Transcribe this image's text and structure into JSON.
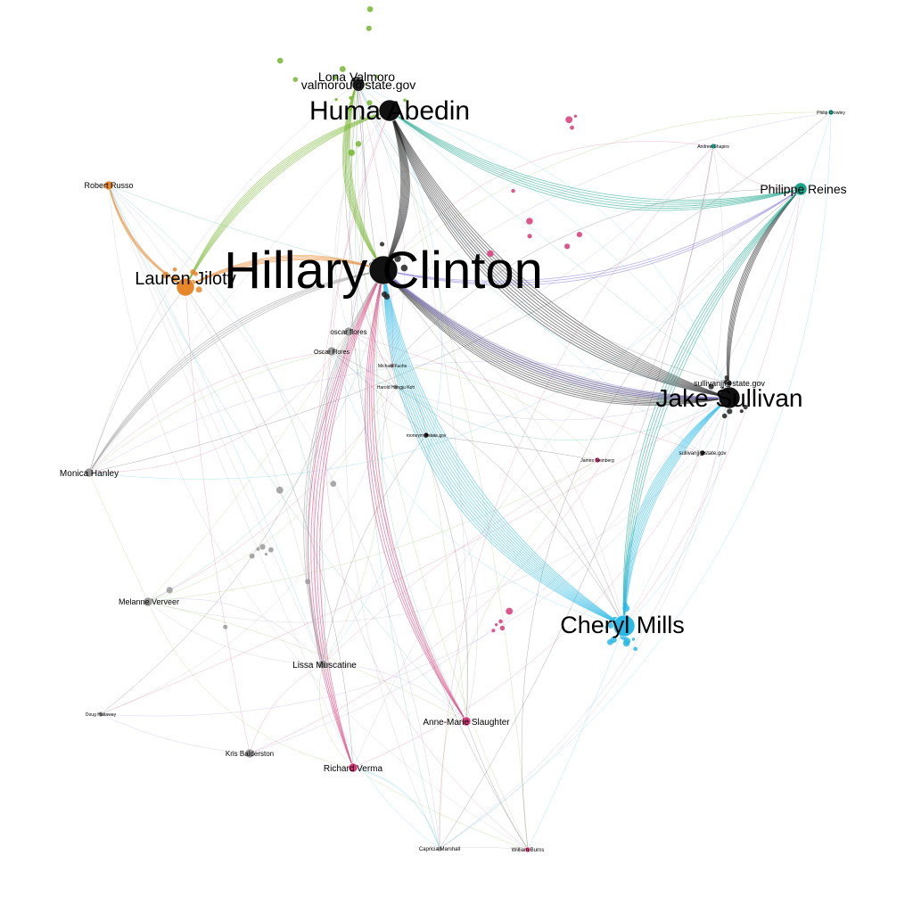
{
  "graph": {
    "groups": [
      {
        "id": "green",
        "color": "#74b72e"
      },
      {
        "id": "orange",
        "color": "#e8862a"
      },
      {
        "id": "teal",
        "color": "#1aa58a"
      },
      {
        "id": "cyan",
        "color": "#29b9e6"
      },
      {
        "id": "pink",
        "color": "#d83a78"
      },
      {
        "id": "purple",
        "color": "#8b7fd6"
      },
      {
        "id": "dark",
        "color": "#222222"
      },
      {
        "id": "gray",
        "color": "#9a9a9a"
      }
    ],
    "nodes": [
      {
        "id": "hc",
        "label": "Hillary Clinton",
        "group": "dark",
        "weight": 5
      },
      {
        "id": "ha",
        "label": "Huma Abedin",
        "group": "dark",
        "weight": 4
      },
      {
        "id": "lv",
        "label": "Lona Valmoro",
        "group": "dark",
        "weight": 2
      },
      {
        "id": "vs",
        "label": "valmorou@state.gov",
        "group": "dark",
        "weight": 2
      },
      {
        "id": "lj",
        "label": "Lauren Jiloty",
        "group": "orange",
        "weight": 3
      },
      {
        "id": "rr",
        "label": "Robert Russo",
        "group": "orange",
        "weight": 1
      },
      {
        "id": "pr",
        "label": "Philippe Reines",
        "group": "teal",
        "weight": 2
      },
      {
        "id": "js",
        "label": "Jake Sullivan",
        "group": "dark",
        "weight": 4
      },
      {
        "id": "cm",
        "label": "Cheryl Mills",
        "group": "cyan",
        "weight": 4
      },
      {
        "id": "mh",
        "label": "Monica Hanley",
        "group": "gray",
        "weight": 1
      },
      {
        "id": "mv",
        "label": "Melanne Verveer",
        "group": "gray",
        "weight": 1
      },
      {
        "id": "lm",
        "label": "Lissa Muscatine",
        "group": "gray",
        "weight": 1
      },
      {
        "id": "ams",
        "label": "Anne-Marie Slaughter",
        "group": "pink",
        "weight": 1
      },
      {
        "id": "rv",
        "label": "Richard Verma",
        "group": "pink",
        "weight": 1
      },
      {
        "id": "ke",
        "label": "Kris Balderston",
        "group": "gray",
        "weight": 1
      },
      {
        "id": "of",
        "label": "oscar flores",
        "group": "gray",
        "weight": 1
      },
      {
        "id": "osf",
        "label": "Oscar Flores",
        "group": "gray",
        "weight": 1
      },
      {
        "id": "mf",
        "label": "Michael Fuchs",
        "group": "gray",
        "weight": 0
      },
      {
        "id": "hk",
        "label": "Harold Hongju Koh",
        "group": "gray",
        "weight": 0
      },
      {
        "id": "rs",
        "label": "rooneym@state.gov",
        "group": "dark",
        "weight": 0
      },
      {
        "id": "sls",
        "label": "sullivanjj@state.gov",
        "group": "dark",
        "weight": 0
      },
      {
        "id": "sjs",
        "label": "sullivanjj@state.gov",
        "group": "dark",
        "weight": 0
      },
      {
        "id": "jst",
        "label": "James Steinberg",
        "group": "pink",
        "weight": 0
      },
      {
        "id": "as",
        "label": "Andrew Shapiro",
        "group": "teal",
        "weight": 0
      },
      {
        "id": "pc",
        "label": "Philip Crowley",
        "group": "teal",
        "weight": 0
      },
      {
        "id": "cmx",
        "label": "Capricia Marshall",
        "group": "gray",
        "weight": 0
      },
      {
        "id": "wb",
        "label": "William Burns",
        "group": "pink",
        "weight": 0
      },
      {
        "id": "dh",
        "label": "Doug Hattaway",
        "group": "gray",
        "weight": 0
      }
    ],
    "edges": [
      {
        "from": "hc",
        "to": "ha",
        "group": "dark",
        "count": 10
      },
      {
        "from": "hc",
        "to": "js",
        "group": "dark",
        "count": 10
      },
      {
        "from": "hc",
        "to": "cm",
        "group": "cyan",
        "count": 12
      },
      {
        "from": "hc",
        "to": "lj",
        "group": "orange",
        "count": 5
      },
      {
        "from": "ha",
        "to": "js",
        "group": "dark",
        "count": 10
      },
      {
        "from": "ha",
        "to": "pr",
        "group": "teal",
        "count": 6
      },
      {
        "from": "ha",
        "to": "lj",
        "group": "green",
        "count": 6
      },
      {
        "from": "lv",
        "to": "hc",
        "group": "green",
        "count": 8
      },
      {
        "from": "pr",
        "to": "js",
        "group": "dark",
        "count": 5
      },
      {
        "from": "pr",
        "to": "cm",
        "group": "teal",
        "count": 5
      },
      {
        "from": "js",
        "to": "cm",
        "group": "cyan",
        "count": 8
      },
      {
        "from": "hc",
        "to": "mh",
        "group": "gray",
        "count": 4
      },
      {
        "from": "hc",
        "to": "ams",
        "group": "pink",
        "count": 5
      },
      {
        "from": "hc",
        "to": "rv",
        "group": "pink",
        "count": 5
      },
      {
        "from": "hc",
        "to": "lm",
        "group": "gray",
        "count": 3
      },
      {
        "from": "hc",
        "to": "js",
        "group": "purple",
        "count": 5
      },
      {
        "from": "rr",
        "to": "lj",
        "group": "orange",
        "count": 4
      },
      {
        "from": "hc",
        "to": "pr",
        "group": "purple",
        "count": 3
      }
    ]
  }
}
